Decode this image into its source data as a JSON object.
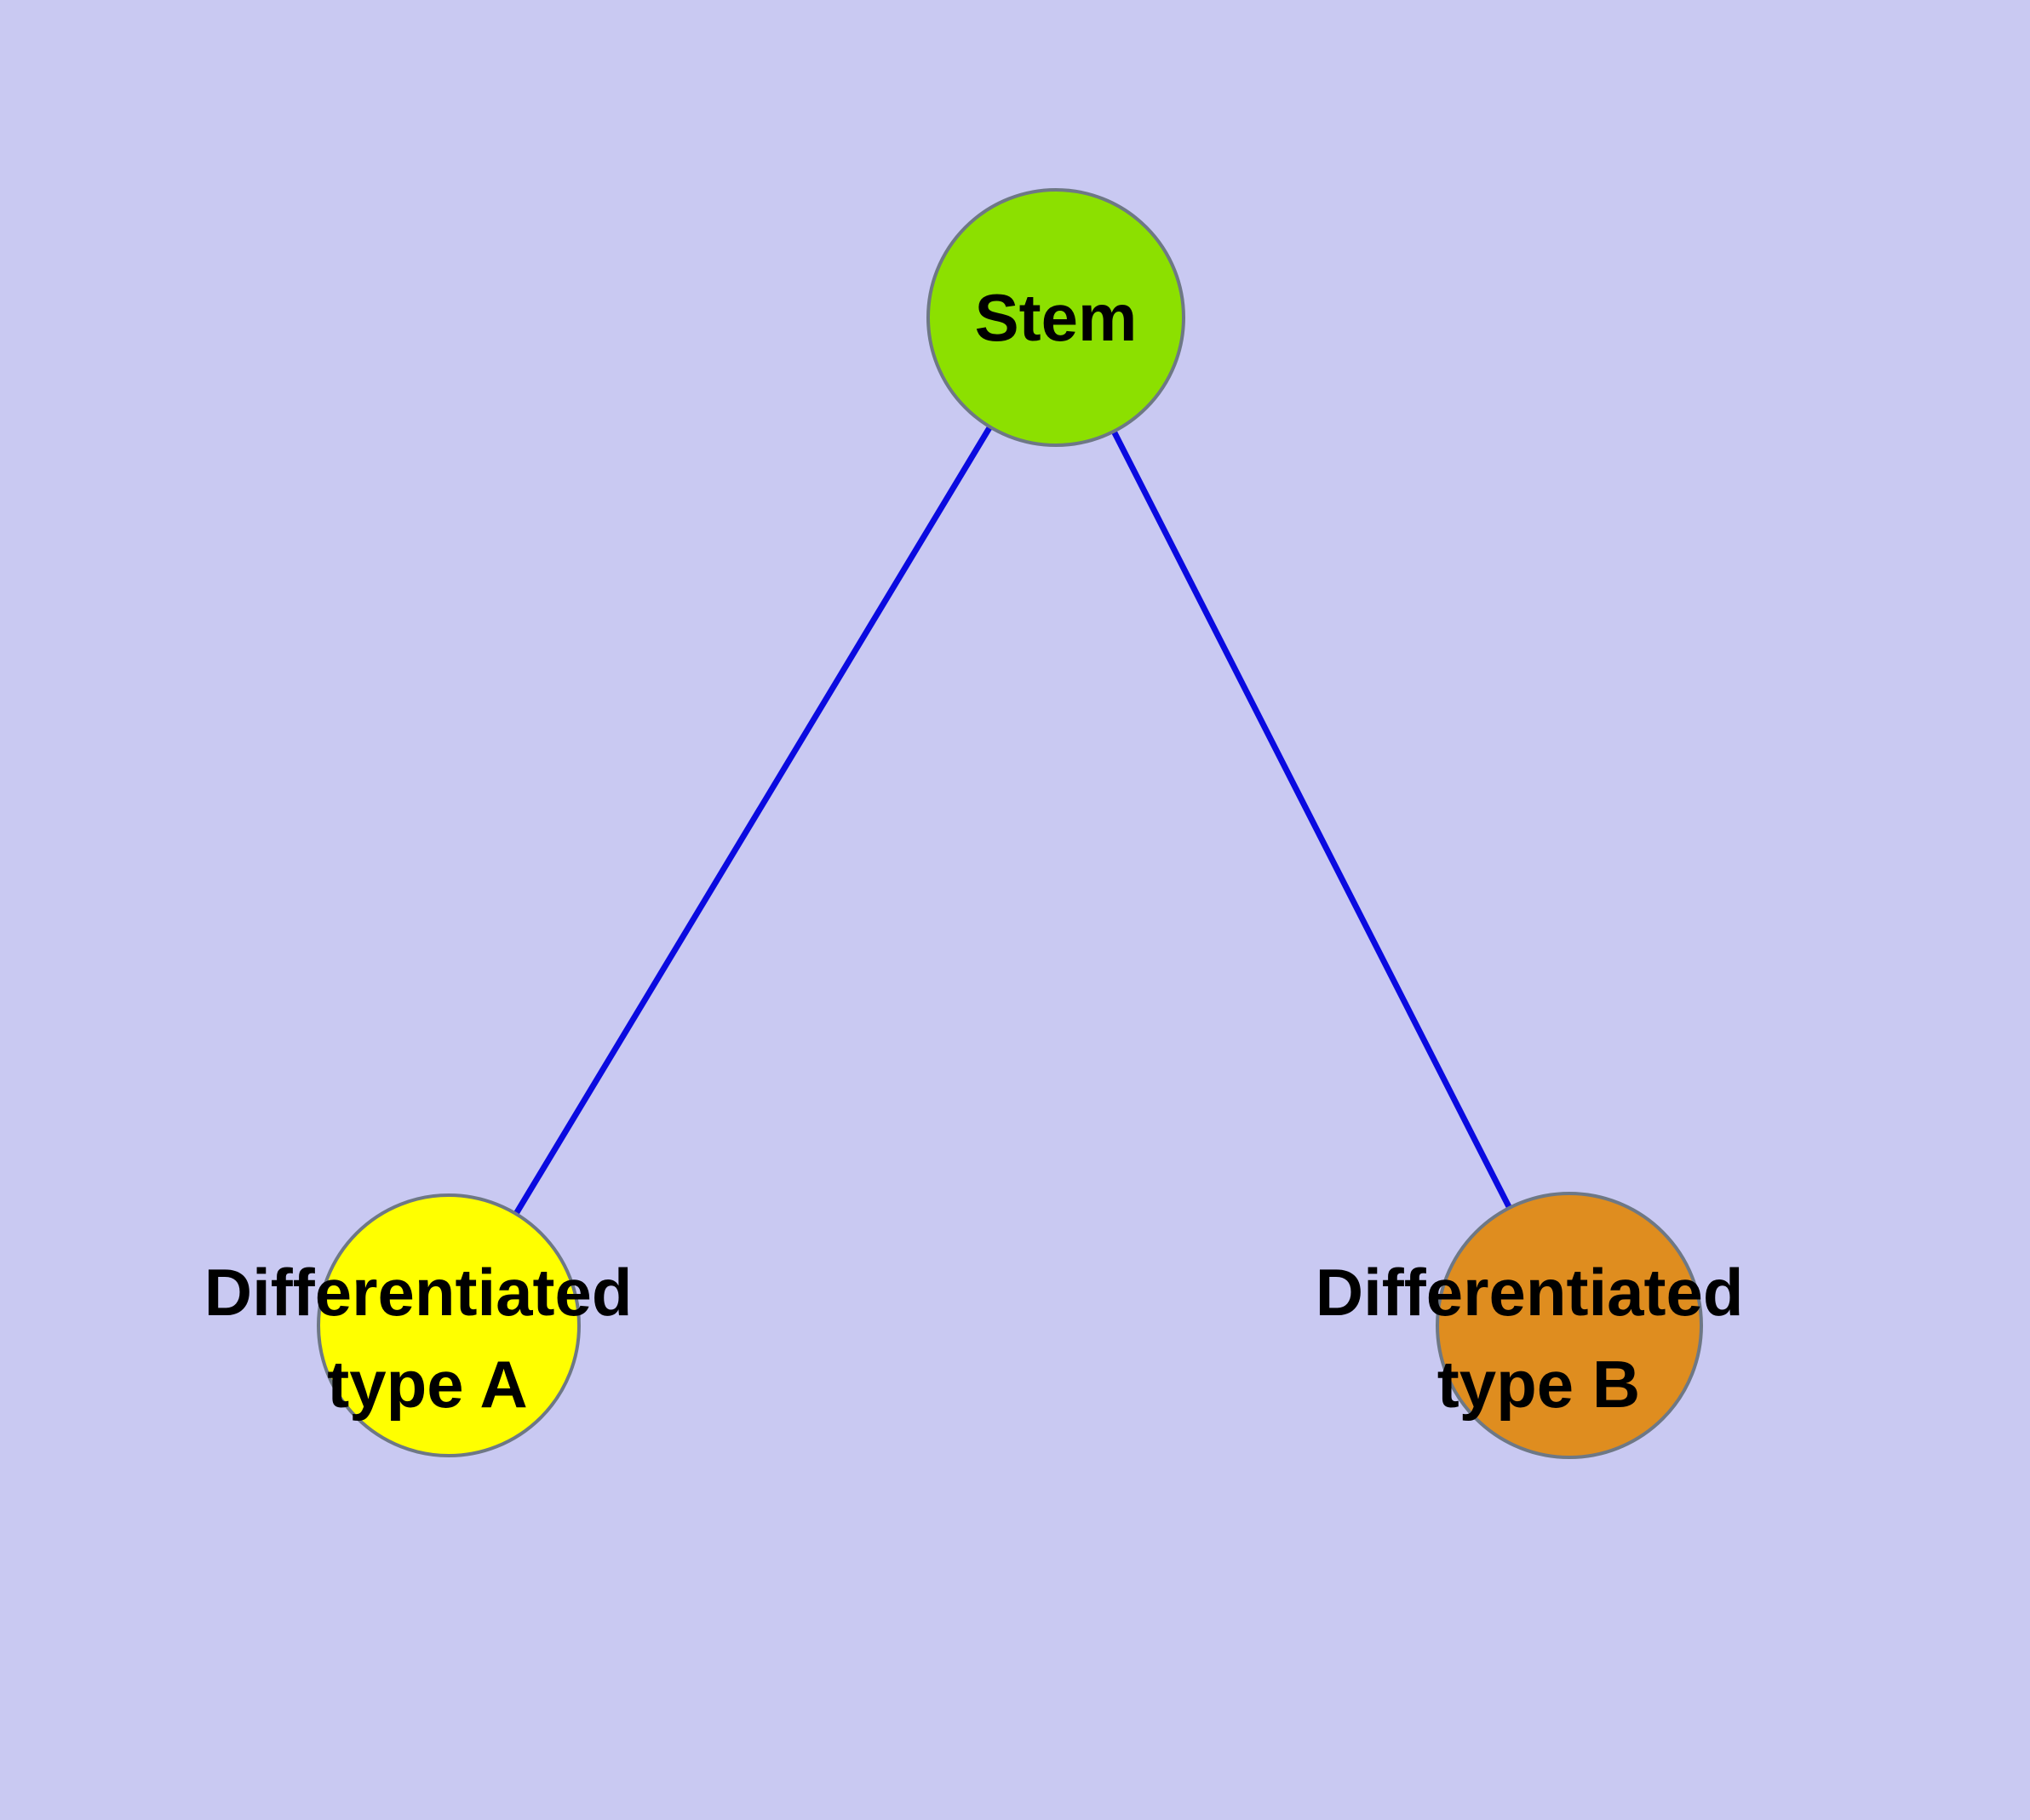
{
  "diagram": {
    "title": "Stem cell differentiation graph",
    "background_color": "#c9c9f2",
    "edge_color": "#0a0ae0",
    "nodes": [
      {
        "id": "stem",
        "label": "Stem",
        "color": "#8ce000"
      },
      {
        "id": "type-a",
        "label": "Differentiated type A",
        "label_lines": [
          "Differentiated",
          "type A"
        ],
        "color": "#ffff00"
      },
      {
        "id": "type-b",
        "label": "Differentiated type B",
        "label_lines": [
          "Differentiated",
          "type B"
        ],
        "color": "#df8d1f"
      }
    ],
    "edges": [
      {
        "from": "stem",
        "to": "type-a"
      },
      {
        "from": "stem",
        "to": "type-b"
      }
    ]
  }
}
